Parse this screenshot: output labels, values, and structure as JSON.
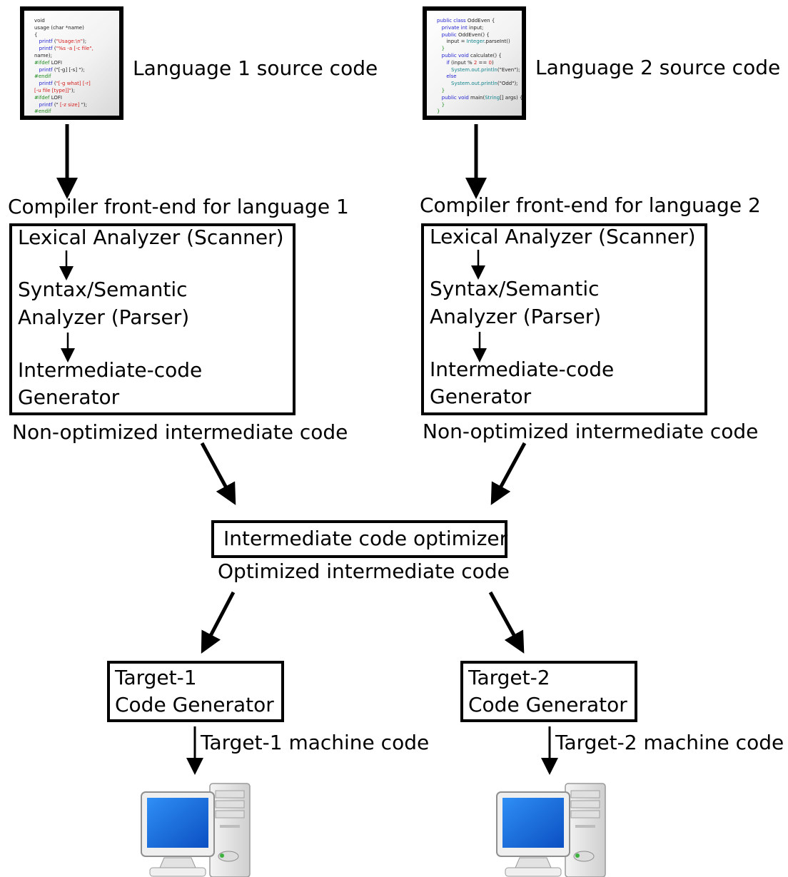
{
  "sources": [
    {
      "label": "Language 1 source code",
      "code_lines": [
        [
          {
            "t": "void",
            "c": "d"
          }
        ],
        [
          {
            "t": "usage (char *name)",
            "c": "d"
          }
        ],
        [
          {
            "t": "{",
            "c": "d"
          }
        ],
        [
          {
            "t": "   printf",
            "c": "k"
          },
          {
            "t": " (",
            "c": "d"
          },
          {
            "t": "\"Usage:\\n\"",
            "c": "s"
          },
          {
            "t": ");",
            "c": "d"
          }
        ],
        [
          {
            "t": "   printf",
            "c": "k"
          },
          {
            "t": " (",
            "c": "d"
          },
          {
            "t": "\"%s -a [-c file\",",
            "c": "s"
          }
        ],
        [
          {
            "t": "name);",
            "c": "d"
          }
        ],
        [
          {
            "t": "#ifdef",
            "c": "g"
          },
          {
            "t": " LOFI",
            "c": "d"
          }
        ],
        [
          {
            "t": "   printf",
            "c": "k"
          },
          {
            "t": " (\"[-g] [-s] \");",
            "c": "d"
          }
        ],
        [
          {
            "t": "#endif",
            "c": "g"
          }
        ],
        [
          {
            "t": "   printf",
            "c": "k"
          },
          {
            "t": " (",
            "c": "d"
          },
          {
            "t": "\"[-g what] [-r]",
            "c": "s"
          }
        ],
        [
          {
            "t": "[-u file [type]]\"",
            "c": "s"
          },
          {
            "t": ");",
            "c": "d"
          }
        ],
        [
          {
            "t": "#ifdef",
            "c": "g"
          },
          {
            "t": " LOFI",
            "c": "d"
          }
        ],
        [
          {
            "t": "   printf",
            "c": "k"
          },
          {
            "t": " (\" ",
            "c": "d"
          },
          {
            "t": "[-z size]",
            "c": "s"
          },
          {
            "t": " \");",
            "c": "d"
          }
        ],
        [
          {
            "t": "#endif",
            "c": "g"
          }
        ]
      ]
    },
    {
      "label": "Language 2 source code",
      "code_lines": [
        [
          {
            "t": "public class",
            "c": "k"
          },
          {
            "t": " OddEven {",
            "c": "d"
          }
        ],
        [
          {
            "t": "   private int",
            "c": "k"
          },
          {
            "t": " input;",
            "c": "d"
          }
        ],
        [
          {
            "t": "   public",
            "c": "k"
          },
          {
            "t": " OddEven() {",
            "c": "d"
          }
        ],
        [
          {
            "t": "      input = ",
            "c": "d"
          },
          {
            "t": "Integer",
            "c": "t"
          },
          {
            "t": ".parseInt()",
            "c": "d"
          }
        ],
        [
          {
            "t": "   }",
            "c": "g"
          }
        ],
        [
          {
            "t": "   public void",
            "c": "k"
          },
          {
            "t": " calculate() {",
            "c": "d"
          }
        ],
        [
          {
            "t": "      if",
            "c": "k"
          },
          {
            "t": " (input % ",
            "c": "d"
          },
          {
            "t": "2",
            "c": "s"
          },
          {
            "t": " == ",
            "c": "d"
          },
          {
            "t": "0",
            "c": "s"
          },
          {
            "t": ")",
            "c": "d"
          }
        ],
        [
          {
            "t": "         System.out.println",
            "c": "t"
          },
          {
            "t": "(\"Even\");",
            "c": "d"
          }
        ],
        [
          {
            "t": "      else",
            "c": "k"
          }
        ],
        [
          {
            "t": "         System.out.println",
            "c": "t"
          },
          {
            "t": "(\"Odd\");",
            "c": "d"
          }
        ],
        [
          {
            "t": "   }",
            "c": "g"
          }
        ],
        [
          {
            "t": "   public void",
            "c": "k"
          },
          {
            "t": " main(",
            "c": "d"
          },
          {
            "t": "String",
            "c": "t"
          },
          {
            "t": "[] args) {",
            "c": "d"
          }
        ],
        [
          {
            "t": "   }",
            "c": "g"
          }
        ],
        [
          {
            "t": "}",
            "c": "g"
          }
        ]
      ]
    }
  ],
  "frontends": [
    {
      "title": "Compiler front-end for language 1",
      "lexer": "Lexical Analyzer (Scanner)",
      "parser_line1": "Syntax/Semantic",
      "parser_line2": "Analyzer (Parser)",
      "icg_line1": "Intermediate-code",
      "icg_line2": "Generator",
      "output": "Non-optimized intermediate code"
    },
    {
      "title": "Compiler front-end for language 2",
      "lexer": "Lexical Analyzer (Scanner)",
      "parser_line1": "Syntax/Semantic",
      "parser_line2": "Analyzer (Parser)",
      "icg_line1": "Intermediate-code",
      "icg_line2": "Generator",
      "output": "Non-optimized intermediate code"
    }
  ],
  "optimizer": {
    "label": "Intermediate code optimizer",
    "output": "Optimized intermediate code"
  },
  "backends": [
    {
      "line1": "Target-1",
      "line2": "Code Generator",
      "output": "Target-1 machine code"
    },
    {
      "line1": "Target-2",
      "line2": "Code Generator",
      "output": "Target-2 machine code"
    }
  ],
  "icons": [
    "computer-icon",
    "computer-icon"
  ],
  "colors": {
    "monitor_blue": "#1a6ee0",
    "case_gray": "#e6e6e6"
  }
}
